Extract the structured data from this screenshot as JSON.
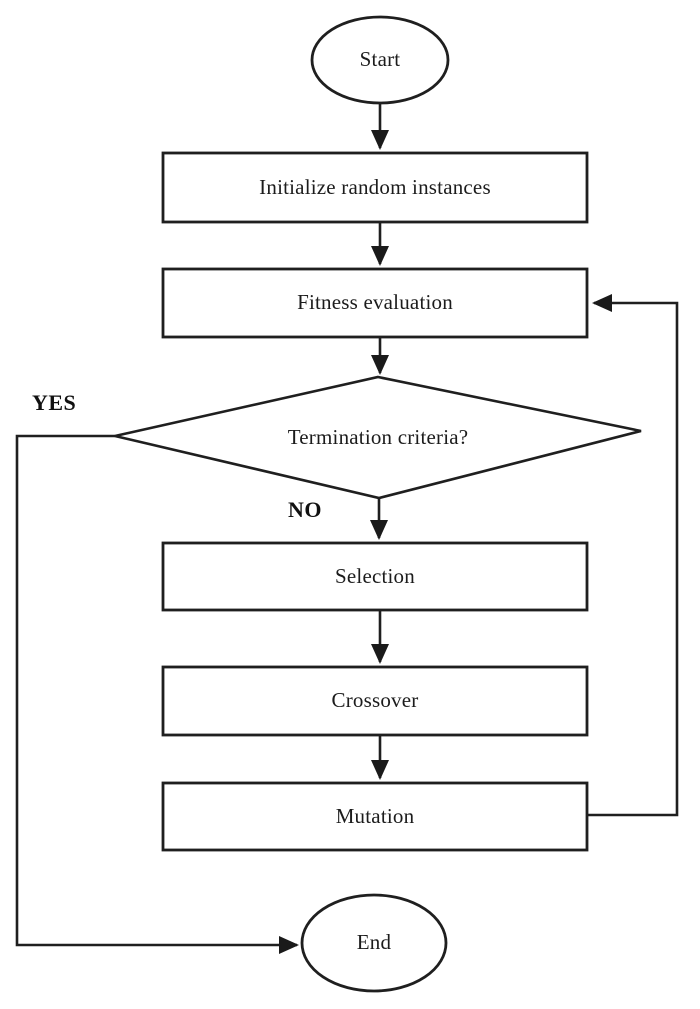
{
  "diagram": {
    "background": "#ffffff",
    "stroke_color": "#1f1f1f",
    "text_color": "#1c1c1c"
  },
  "nodes": {
    "start": {
      "label": "Start",
      "shape": "terminator"
    },
    "init": {
      "label": "Initialize random instances",
      "shape": "process"
    },
    "fitness": {
      "label": "Fitness evaluation",
      "shape": "process"
    },
    "termination": {
      "label": "Termination criteria?",
      "shape": "decision"
    },
    "selection": {
      "label": "Selection",
      "shape": "process"
    },
    "crossover": {
      "label": "Crossover",
      "shape": "process"
    },
    "mutation": {
      "label": "Mutation",
      "shape": "process"
    },
    "end": {
      "label": "End",
      "shape": "terminator"
    }
  },
  "branches": {
    "yes": "YES",
    "no": "NO"
  },
  "edges": [
    {
      "from": "start",
      "to": "init"
    },
    {
      "from": "init",
      "to": "fitness"
    },
    {
      "from": "fitness",
      "to": "termination"
    },
    {
      "from": "termination",
      "to": "selection",
      "label": "NO"
    },
    {
      "from": "selection",
      "to": "crossover"
    },
    {
      "from": "crossover",
      "to": "mutation"
    },
    {
      "from": "mutation",
      "to": "fitness"
    },
    {
      "from": "termination",
      "to": "end",
      "label": "YES"
    }
  ]
}
